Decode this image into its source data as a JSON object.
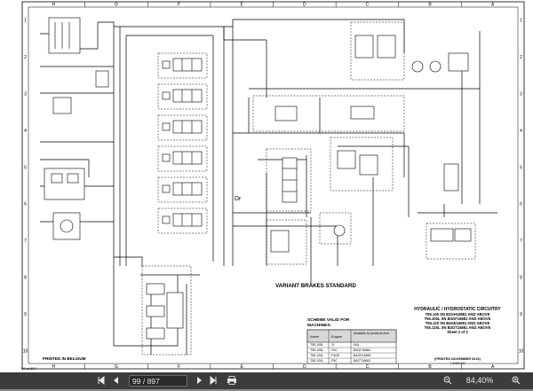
{
  "sheet": {
    "border_letters": [
      "H",
      "G",
      "F",
      "E",
      "D",
      "C",
      "B",
      "A"
    ],
    "border_numbers": [
      "1",
      "2",
      "3",
      "4",
      "5",
      "6",
      "7",
      "8",
      "9",
      "10"
    ]
  },
  "diagram": {
    "variant_label": "VARIANT BRAKES STANDARD",
    "printed_label": "PRINTED IN BELGIUM",
    "page_ref": "99 of 897",
    "component_marker": "Dr"
  },
  "scheme_table": {
    "title_line1": "SCHEME VALID FOR",
    "title_line2": "MACHINES:",
    "headers": [
      "Name",
      "Engine",
      "Available for\nproducts from"
    ],
    "rows": [
      [
        "T55.105L",
        "Ⓐ",
        "N/A"
      ],
      [
        "T55.105L",
        "F5C",
        "B3GF16881"
      ],
      [
        "T55.120L",
        "F4GE",
        "B4GE16881"
      ],
      [
        "T55.120L",
        "F5C",
        "B4GT16881"
      ]
    ]
  },
  "title_block": {
    "line1": "HYDRAULIC / HYDROSTATIC CIRCUITRY",
    "line2": "T55.105 SN B3GH16881 AND ABOVE",
    "line3": "T55.105L SN B3GF16881 AND ABOVE",
    "line4": "T55.120 SN B4GE16881 AND ABOVE",
    "line5": "T55.120L SN B3GT16881 AND ABOVE",
    "line6": "Sheet 2 of 3",
    "printed": "(PRINTED NOVEMBER 2016)",
    "doc_number": "7-00000 EN"
  },
  "toolbar": {
    "first_icon": "first-page-icon",
    "prev_icon": "prev-page-icon",
    "page_current": "99",
    "page_total": "/ 897",
    "next_icon": "next-page-icon",
    "last_icon": "last-page-icon",
    "print_icon": "print-icon",
    "zoom_out_icon": "zoom-out-icon",
    "zoom_level": "84,40%",
    "zoom_in_icon": "zoom-in-icon"
  }
}
